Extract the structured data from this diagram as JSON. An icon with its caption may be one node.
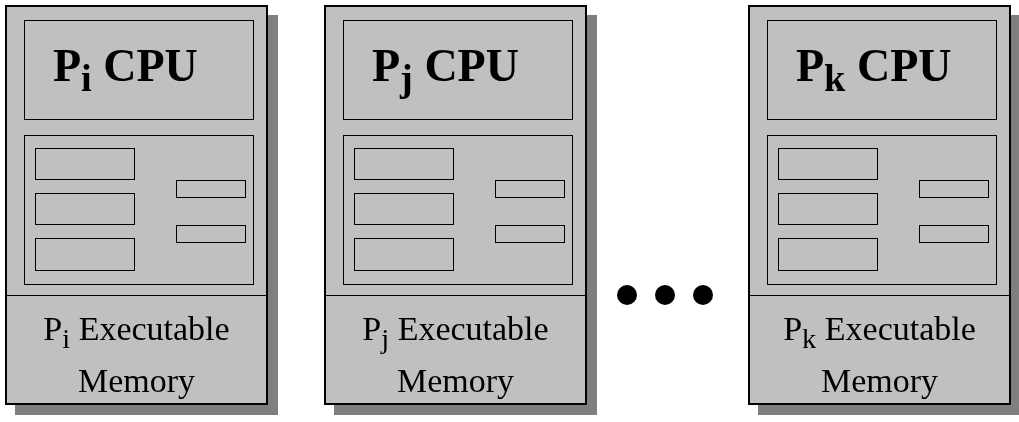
{
  "diagram": {
    "nodes": [
      {
        "text": [],
        "shape": "box"
      },
      {
        "text": [
          "P$_{i}$ CPU"
        ],
        "in": 0
      },
      {
        "text": [],
        "shape": "box",
        "in": 0
      },
      {
        "text": [],
        "shape": "box",
        "in": 2
      },
      {
        "text": [],
        "shape": "box",
        "in": 2
      },
      {
        "text": [],
        "shape": "box",
        "in": 2
      },
      {
        "text": [],
        "shape": "box",
        "in": 2
      },
      {
        "text": [],
        "shape": "box",
        "in": 2
      },
      {
        "text": [
          "P$_{i}$ Executable Memory"
        ],
        "in": 0
      },
      {
        "text": [],
        "shape": "box"
      },
      {
        "text": [
          "P$_{j}$ CPU"
        ],
        "in": 9
      },
      {
        "text": [],
        "shape": "box",
        "in": 9
      },
      {
        "text": [],
        "shape": "box",
        "in": 11
      },
      {
        "text": [],
        "shape": "box",
        "in": 11
      },
      {
        "text": [],
        "shape": "box",
        "in": 11
      },
      {
        "text": [],
        "shape": "box",
        "in": 11
      },
      {
        "text": [],
        "shape": "box",
        "in": 11
      },
      {
        "text": [
          "P$_{j}$ Executable Memory"
        ],
        "in": 9
      },
      {
        "text": [],
        "shape": "box"
      },
      {
        "text": [
          "P$_{k}$ CPU"
        ],
        "in": 18
      },
      {
        "text": [],
        "shape": "box",
        "in": 18
      },
      {
        "text": [],
        "shape": "box",
        "in": 20
      },
      {
        "text": [],
        "shape": "box",
        "in": 20
      },
      {
        "text": [],
        "shape": "box",
        "in": 20
      },
      {
        "text": [],
        "shape": "box",
        "in": 20
      },
      {
        "text": [],
        "shape": "box",
        "in": 20
      },
      {
        "text": [
          "P$_{k}$ Executable Memory"
        ],
        "in": 18
      }
    ]
  }
}
